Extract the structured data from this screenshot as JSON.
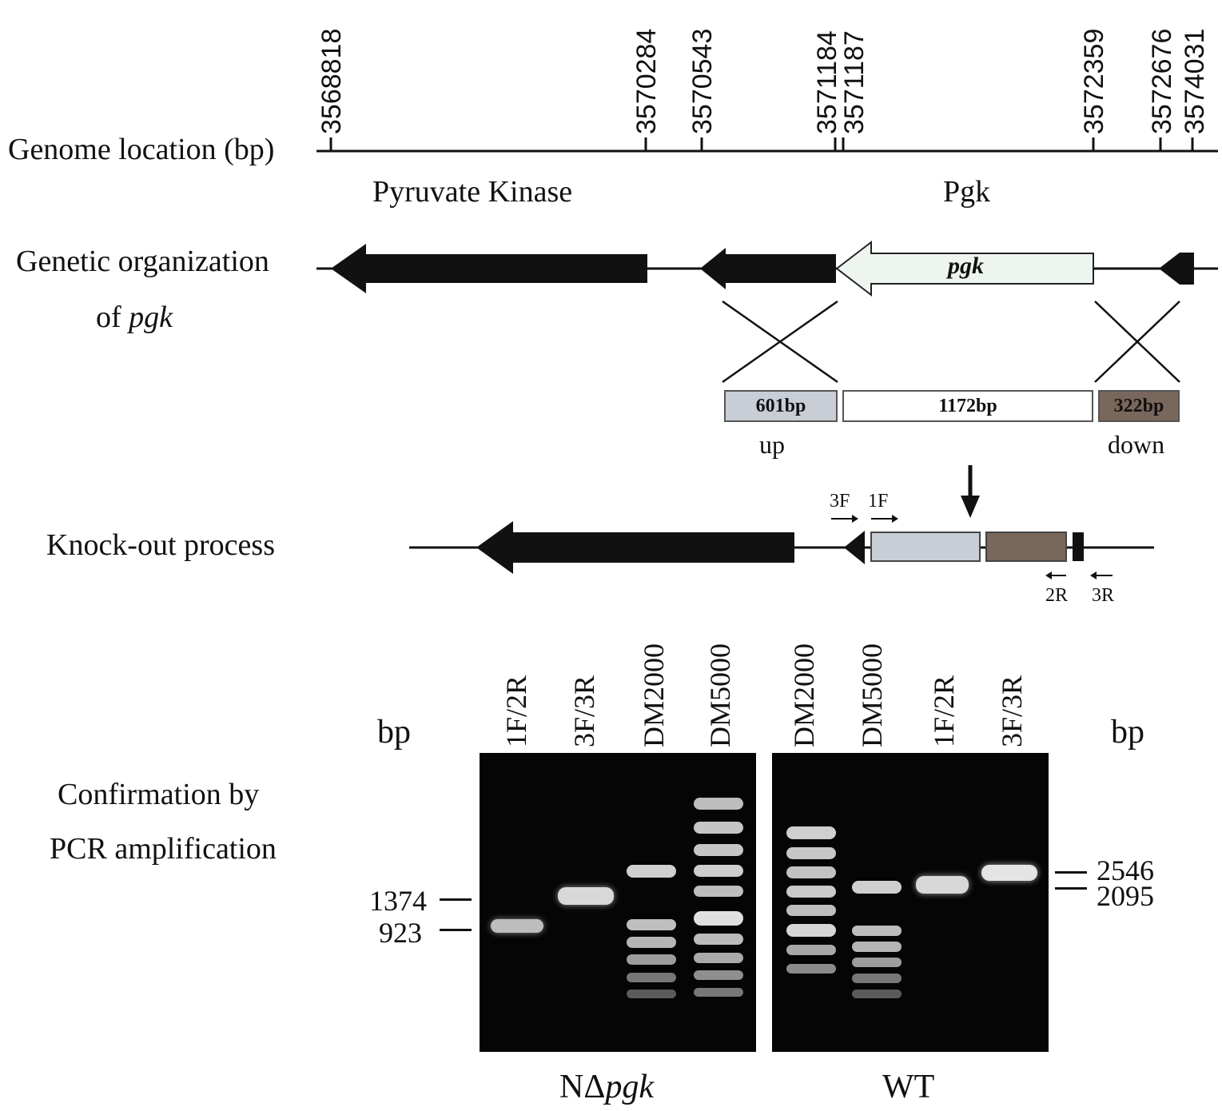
{
  "rows": {
    "genome": "Genome location (bp)",
    "genetic_1": "Genetic organization",
    "genetic_2_prefix": "of ",
    "genetic_2_gene": "pgk",
    "knockout": "Knock-out process",
    "confirm_1": "Confirmation by",
    "confirm_2": "PCR amplification"
  },
  "coordinates": [
    "3568818",
    "3570284",
    "3570543",
    "3571184",
    "3571187",
    "3572359",
    "3572676",
    "3574031"
  ],
  "genes": {
    "pyruvate_kinase": "Pyruvate Kinase",
    "pgk_upper": "Pgk",
    "pgk_arrow": "pgk"
  },
  "fragments": {
    "up_size": "601bp",
    "mid_size": "1172bp",
    "down_size": "322bp",
    "up": "up",
    "down": "down"
  },
  "primers": {
    "p3F": "3F",
    "p1F": "1F",
    "p2R": "2R",
    "p3R": "3R"
  },
  "gel": {
    "bp_left": "bp",
    "bp_right": "bp",
    "lanes_left": [
      "1F/2R",
      "3F/3R",
      "DM2000",
      "DM5000"
    ],
    "lanes_right": [
      "DM2000",
      "DM5000",
      "1F/2R",
      "3F/3R"
    ],
    "sizes_left": [
      "1374",
      "923"
    ],
    "sizes_right": [
      "2546",
      "2095"
    ],
    "strain_left_prefix": "NΔ",
    "strain_left_gene": "pgk",
    "strain_right": "WT"
  },
  "colors": {
    "up_fill": "#c9cdd6",
    "down_fill": "#7a675c",
    "pgk_fill": "#eef5ee",
    "gel": "#050505"
  }
}
